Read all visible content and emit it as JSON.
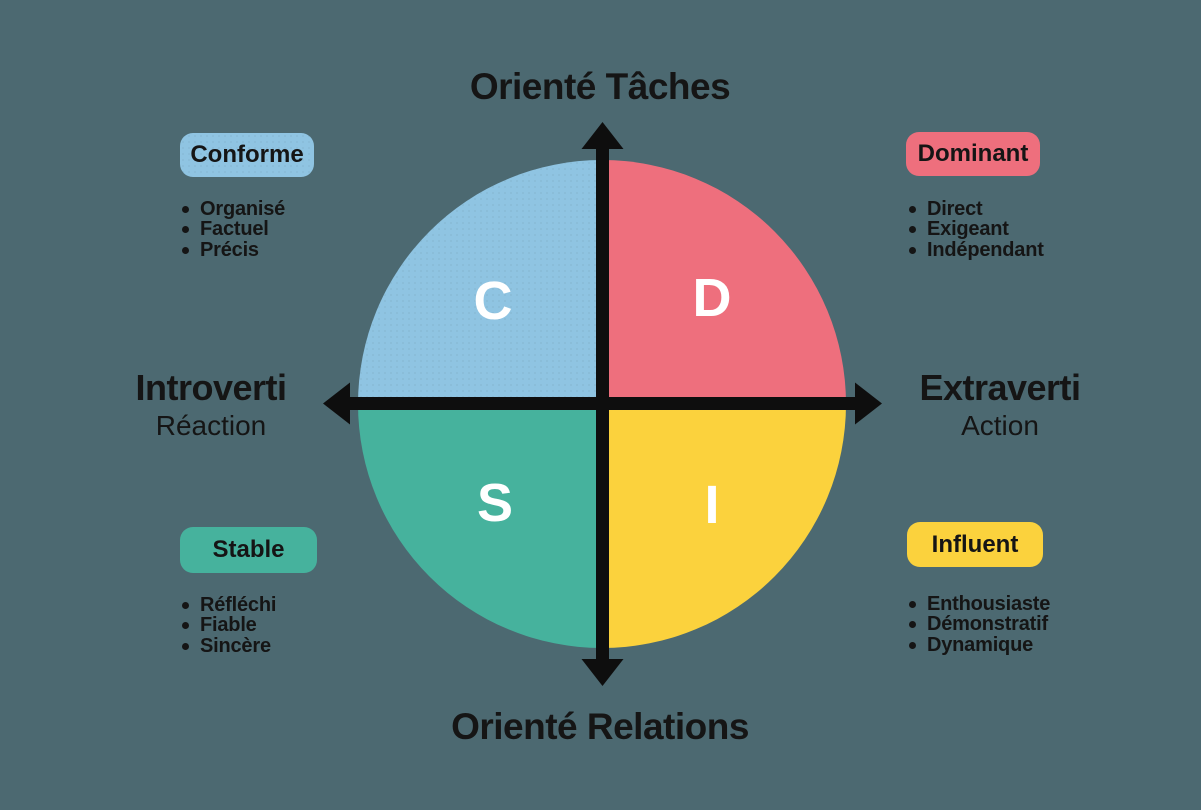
{
  "background": "#4C6971",
  "colors": {
    "axis": "#0E0E0E",
    "text": "#151515",
    "letter": "#FFFFFF"
  },
  "axes": {
    "top_label": "Orienté Tâches",
    "bottom_label": "Orienté Relations",
    "left_label": "Introverti",
    "left_sublabel": "Réaction",
    "right_label": "Extraverti",
    "right_sublabel": "Action"
  },
  "quadrants": {
    "c": {
      "letter": "C",
      "badge": "Conforme",
      "color": "#8FC4E2",
      "traits": [
        "Organisé",
        "Factuel",
        "Précis"
      ]
    },
    "d": {
      "letter": "D",
      "badge": "Dominant",
      "color": "#EE6F7D",
      "traits": [
        "Direct",
        "Exigeant",
        "Indépendant"
      ]
    },
    "s": {
      "letter": "S",
      "badge": "Stable",
      "color": "#46B29D",
      "traits": [
        "Réfléchi",
        "Fiable",
        "Sincère"
      ]
    },
    "i": {
      "letter": "I",
      "badge": "Influent",
      "color": "#FBD23D",
      "traits": [
        "Enthousiaste",
        "Démonstratif",
        "Dynamique"
      ]
    }
  }
}
